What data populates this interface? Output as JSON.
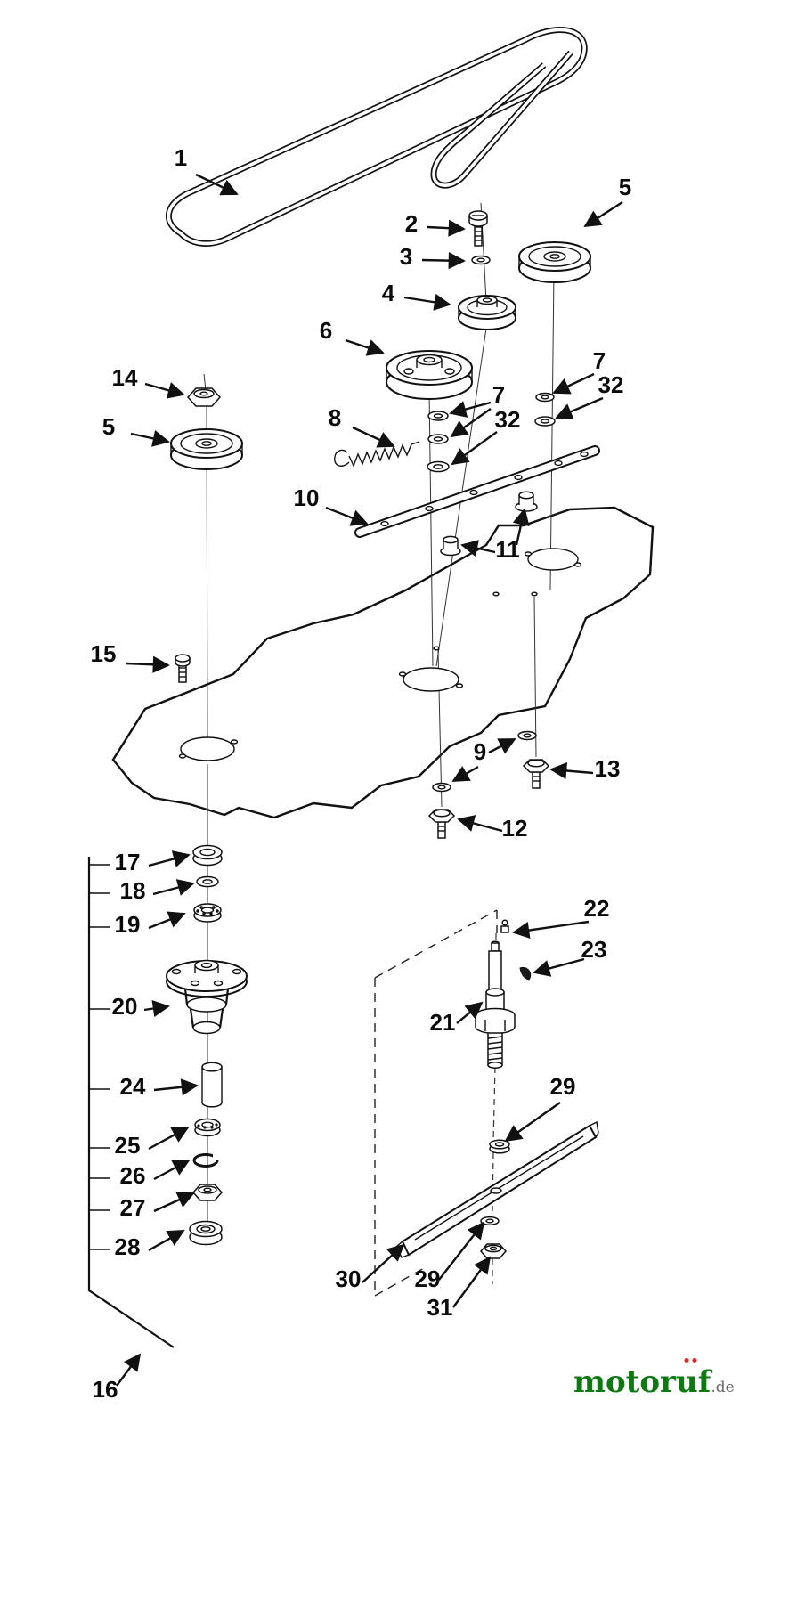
{
  "callouts": [
    {
      "part": "1"
    },
    {
      "part": "2"
    },
    {
      "part": "3"
    },
    {
      "part": "4"
    },
    {
      "part": "5"
    },
    {
      "part": "6"
    },
    {
      "part": "14"
    },
    {
      "part": "5"
    },
    {
      "part": "7"
    },
    {
      "part": "32"
    },
    {
      "part": "7"
    },
    {
      "part": "32"
    },
    {
      "part": "8"
    },
    {
      "part": "10"
    },
    {
      "part": "11"
    },
    {
      "part": "15"
    },
    {
      "part": "9"
    },
    {
      "part": "13"
    },
    {
      "part": "12"
    },
    {
      "part": "17"
    },
    {
      "part": "18"
    },
    {
      "part": "19"
    },
    {
      "part": "20"
    },
    {
      "part": "24"
    },
    {
      "part": "25"
    },
    {
      "part": "26"
    },
    {
      "part": "27"
    },
    {
      "part": "28"
    },
    {
      "part": "22"
    },
    {
      "part": "23"
    },
    {
      "part": "21"
    },
    {
      "part": "29"
    },
    {
      "part": "30"
    },
    {
      "part": "29"
    },
    {
      "part": "31"
    },
    {
      "part": "16"
    }
  ],
  "watermark": {
    "brand_pre": "motor",
    "brand_u": "u",
    "brand_post": "f",
    "suffix": ".de",
    "brand_color": "#0c7a10",
    "suffix_color": "#666666",
    "dot_color": "#e2261f"
  }
}
